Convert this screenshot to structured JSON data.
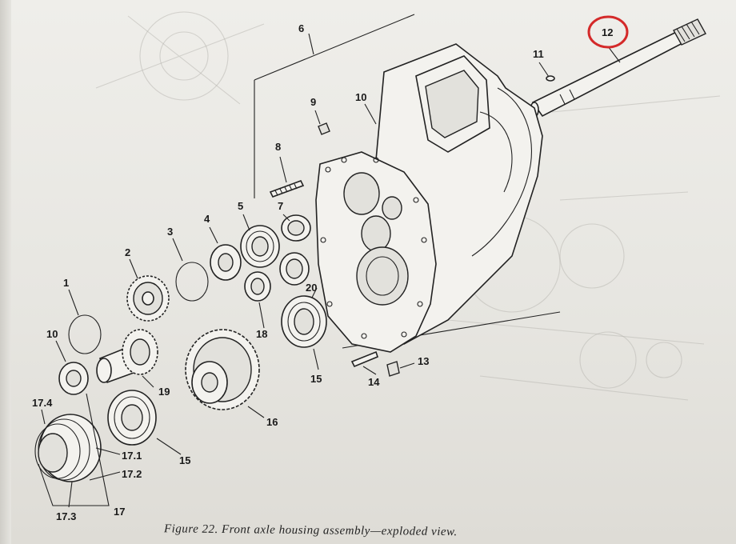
{
  "caption": "Figure 22.  Front axle housing assembly—exploded view.",
  "highlight_color": "#d42a2a",
  "callouts": {
    "c1": "1",
    "c2": "2",
    "c3": "3",
    "c4": "4",
    "c5": "5",
    "c6": "6",
    "c7": "7",
    "c8": "8",
    "c9": "9",
    "c10a": "10",
    "c10b": "10",
    "c11": "11",
    "c12": "12",
    "c13": "13",
    "c14": "14",
    "c15a": "15",
    "c15b": "15",
    "c16": "16",
    "c17": "17",
    "c171": "17.1",
    "c172": "17.2",
    "c173": "17.3",
    "c174": "17.4",
    "c18": "18",
    "c19": "19",
    "c20": "20"
  }
}
